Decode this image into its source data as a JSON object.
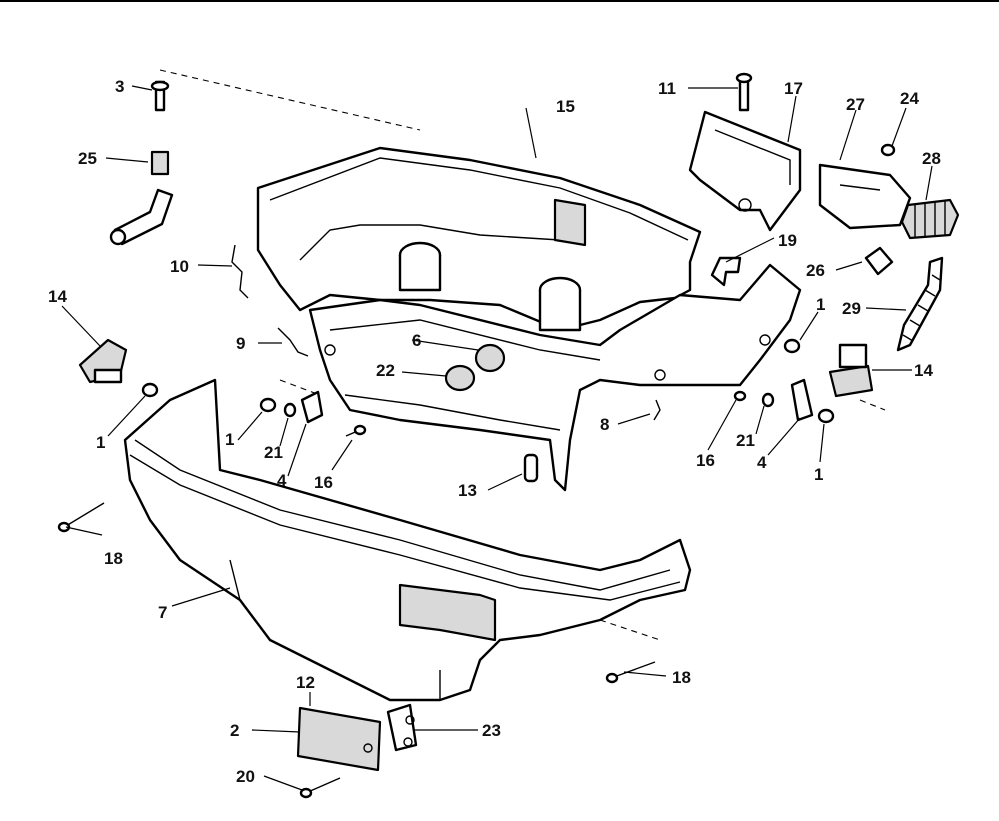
{
  "diagram": {
    "callouts": {
      "c1a": "1",
      "c1b": "1",
      "c1c": "1",
      "c1d": "1",
      "c2": "2",
      "c3": "3",
      "c4a": "4",
      "c4b": "4",
      "c6": "6",
      "c7": "7",
      "c8": "8",
      "c9": "9",
      "c10": "10",
      "c11": "11",
      "c12": "12",
      "c13": "13",
      "c14a": "14",
      "c14b": "14",
      "c15": "15",
      "c16a": "16",
      "c16b": "16",
      "c17": "17",
      "c18a": "18",
      "c18b": "18",
      "c19": "19",
      "c20": "20",
      "c21a": "21",
      "c21b": "21",
      "c22": "22",
      "c23": "23",
      "c24": "24",
      "c25": "25",
      "c26": "26",
      "c27": "27",
      "c28": "28",
      "c29": "29"
    }
  }
}
